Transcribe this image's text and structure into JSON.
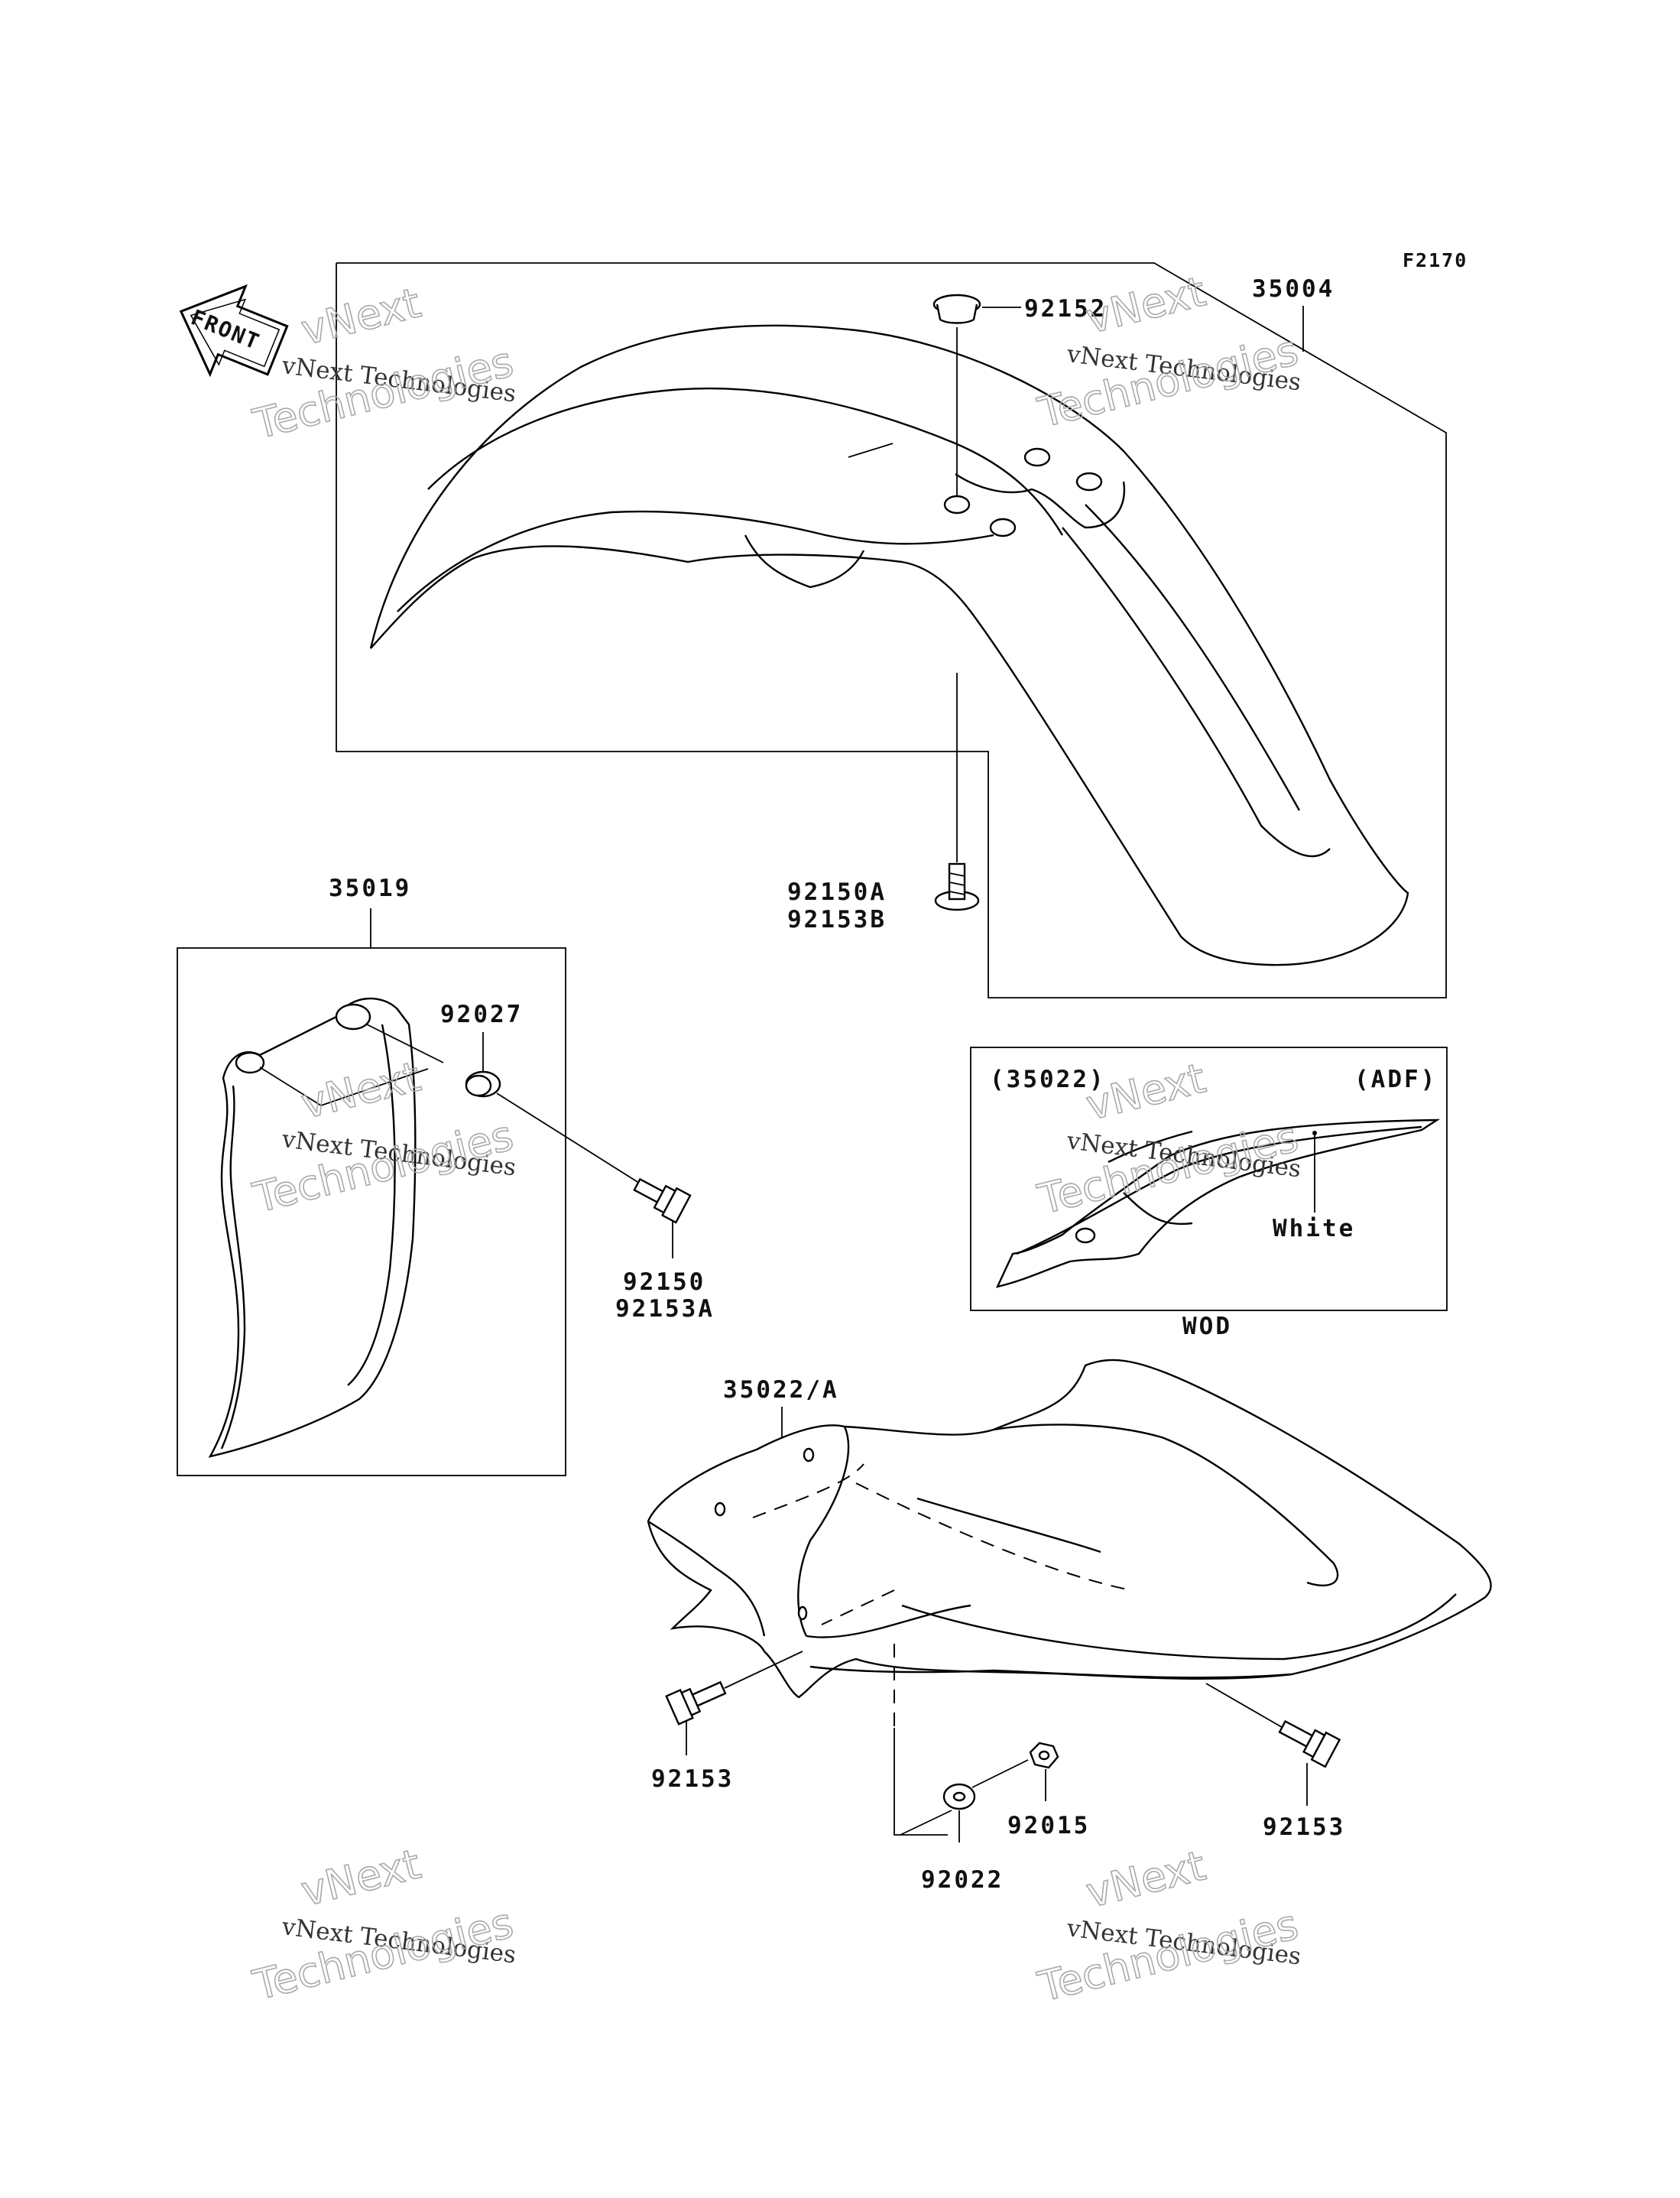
{
  "diagram_code": "F2170",
  "front_arrow_label": "FRONT",
  "callouts": {
    "p92152": "92152",
    "p35004": "35004",
    "p92150A": "92150A",
    "p92153B": "92153B",
    "p35019": "35019",
    "p92027": "92027",
    "p92150": "92150",
    "p92153A": "92153A",
    "p35022_paren": "(35022)",
    "adf": "(ADF)",
    "white": "White",
    "wod": "WOD",
    "p35022A": "35022/A",
    "p92153_left": "92153",
    "p92153_right": "92153",
    "p92015": "92015",
    "p92022": "92022"
  },
  "watermark": {
    "line1": "vNext",
    "line2": "vNext Technologies",
    "line3": "Technologies"
  }
}
